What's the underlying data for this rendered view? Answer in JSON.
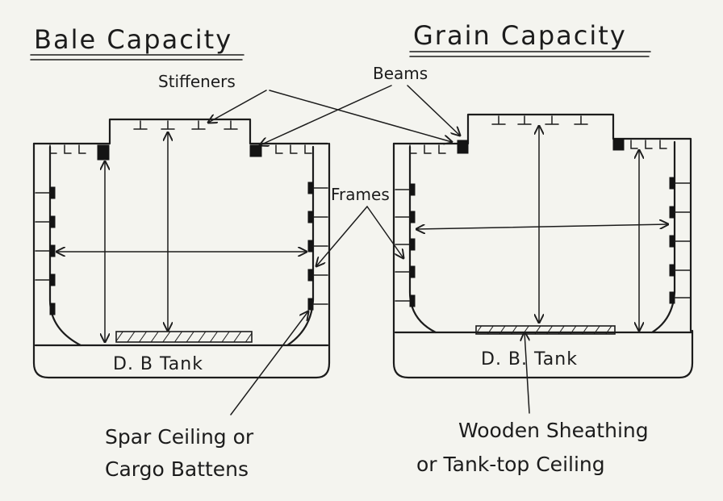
{
  "titles": {
    "left": "Bale Capacity",
    "right": "Grain Capacity"
  },
  "labels": {
    "stiffeners": "Stiffeners",
    "beams": "Beams",
    "frames": "Frames",
    "db_tank_left": "D. B Tank",
    "db_tank_right": "D. B. Tank",
    "spar_line1": "Spar Ceiling or",
    "spar_line2": "Cargo Battens",
    "wood_line1": "Wooden Sheathing",
    "wood_line2": "or Tank-top Ceiling"
  }
}
